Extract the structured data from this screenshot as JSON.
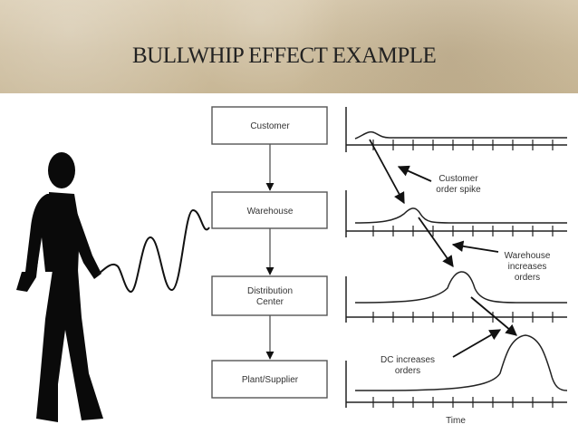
{
  "slide": {
    "title": "BULLWHIP EFFECT EXAMPLE"
  },
  "stages": [
    {
      "label": "Customer"
    },
    {
      "label": "Warehouse"
    },
    {
      "label": "Distribution",
      "label2": "Center"
    },
    {
      "label": "Plant/Supplier"
    }
  ],
  "annotations": {
    "customer_spike": [
      "Customer",
      "order spike"
    ],
    "warehouse": [
      "Warehouse",
      "increases",
      "orders"
    ],
    "dc": [
      "DC increases",
      "orders"
    ]
  },
  "axis": {
    "xlabel": "Time"
  }
}
